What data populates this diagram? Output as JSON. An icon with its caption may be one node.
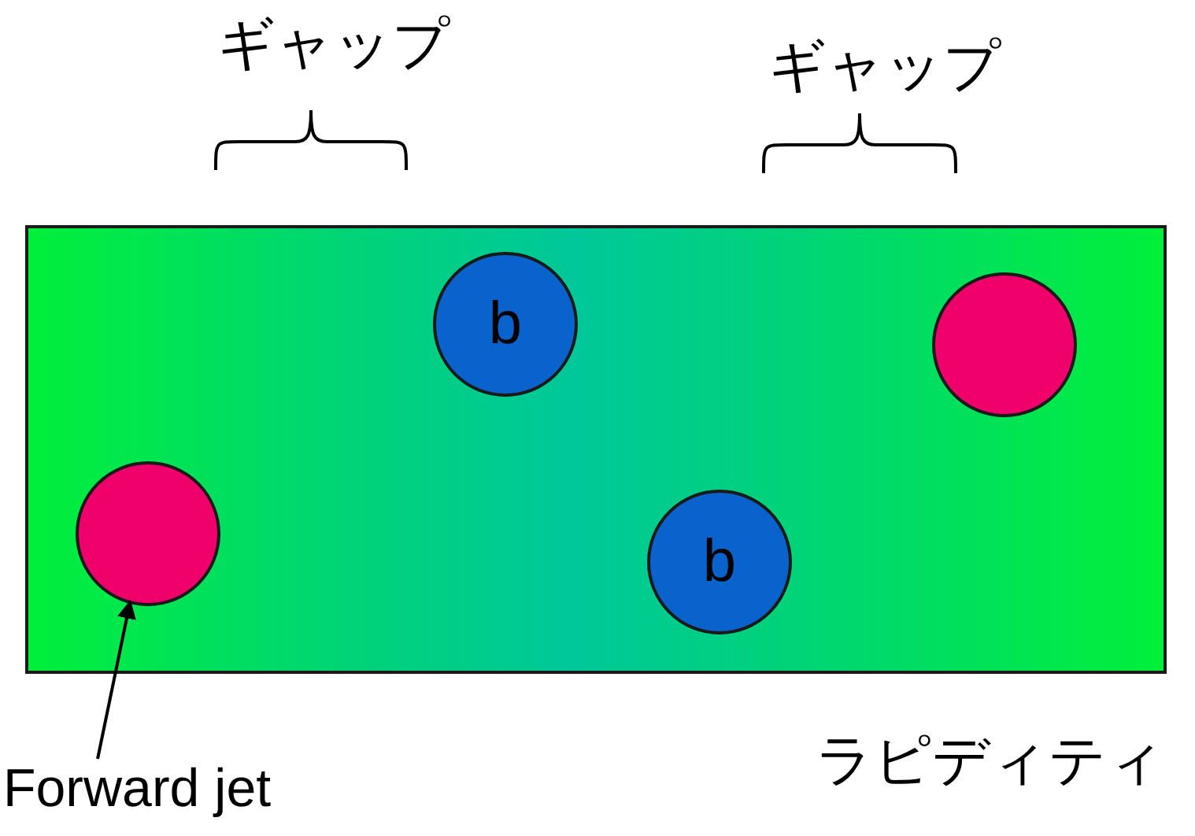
{
  "diagram": {
    "nodes": [
      {
        "text": [],
        "shape": "box"
      },
      {
        "text": [
          "b"
        ],
        "in": 0
      },
      {
        "text": [],
        "shape": "circle",
        "in": 0
      },
      {
        "text": [],
        "shape": "circle",
        "in": 0
      },
      {
        "text": [
          "b"
        ],
        "in": 0
      },
      {
        "text": [
          "Forward jet"
        ]
      }
    ],
    "edges": [
      {
        "from": 5,
        "to": 3,
        "arrow": "to"
      }
    ],
    "labels": [
      "ギャップ",
      "ギャップ",
      "ラピディティ"
    ]
  }
}
